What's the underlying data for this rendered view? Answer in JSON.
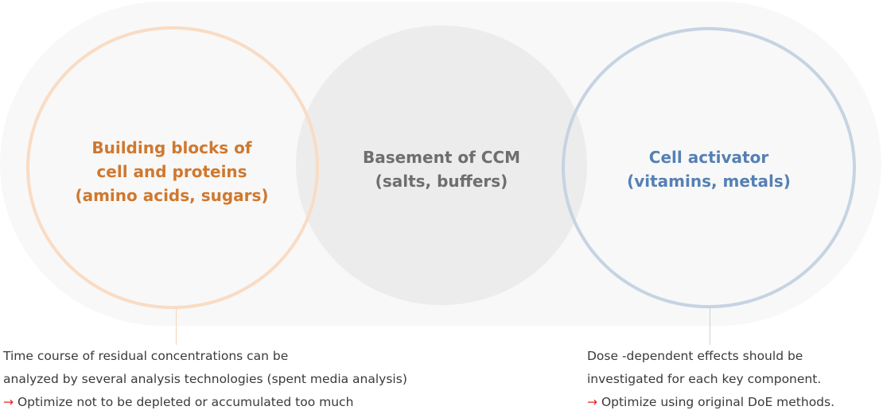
{
  "diagram": {
    "left_circle": {
      "lines": [
        "Building blocks of",
        "cell and proteins",
        "(amino acids, sugars)"
      ],
      "color": "#d0782e",
      "border_color": "#f9dcc4"
    },
    "center_circle": {
      "lines": [
        "Basement of CCM",
        "(salts, buffers)"
      ],
      "color": "#6e6e6e",
      "fill_color": "#ececec"
    },
    "right_circle": {
      "lines": [
        "Cell activator",
        "(vitamins, metals)"
      ],
      "color": "#5580b3",
      "border_color": "#c6d3e3"
    }
  },
  "notes": {
    "left": {
      "line1": "Time course of residual concentrations can be",
      "line2": "analyzed by several analysis technologies (spent media analysis)",
      "arrow": "→",
      "line3": "Optimize not to be depleted or accumulated too much"
    },
    "right": {
      "line1": "Dose -dependent effects should be",
      "line2": "investigated for each key component.",
      "arrow": "→",
      "line3": "Optimize using original DoE methods."
    }
  },
  "colors": {
    "background_pill": "#f8f8f8",
    "arrow": "#e0261e"
  }
}
